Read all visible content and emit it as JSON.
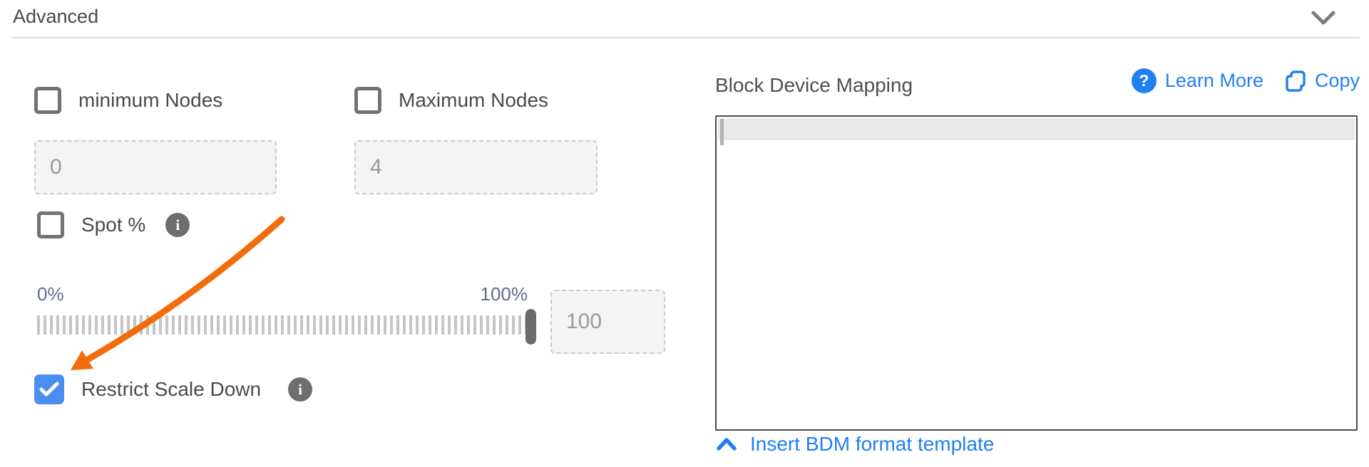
{
  "header": {
    "title": "Advanced",
    "collapse_state": "expanded"
  },
  "advanced_panel": {
    "min_nodes": {
      "label": "minimum Nodes",
      "checked": false,
      "value": "0"
    },
    "max_nodes": {
      "label": "Maximum Nodes",
      "checked": false,
      "value": "4"
    },
    "spot_pct": {
      "label": "Spot %",
      "checked": false
    },
    "spot_slider": {
      "min_label": "0%",
      "max_label": "100%",
      "value": "100",
      "position_pct": 100
    },
    "restrict_scale_down": {
      "label": "Restrict Scale Down",
      "checked": true
    }
  },
  "bdm": {
    "title": "Block Device Mapping",
    "learn_more_label": "Learn More",
    "copy_label": "Copy",
    "editor_content": "",
    "insert_template_label": "Insert BDM format template"
  },
  "icons": {
    "header_chevron": "chevron-down-icon",
    "spot_info": "info-icon",
    "restrict_info": "info-icon",
    "learn_more": "question-circle-icon",
    "copy": "copy-icon",
    "insert_template": "chevron-up-icon",
    "annotation": "orange-arrow"
  },
  "colors": {
    "accent_blue": "#2080f0",
    "checkbox_checked_blue": "#4a8ef0",
    "annotation_orange": "#f26c0d",
    "slider_label_slate": "#5c6d8e",
    "label_gray": "#4a4a4a",
    "input_text_gray": "#999999",
    "editor_border": "#4b4b4b"
  }
}
